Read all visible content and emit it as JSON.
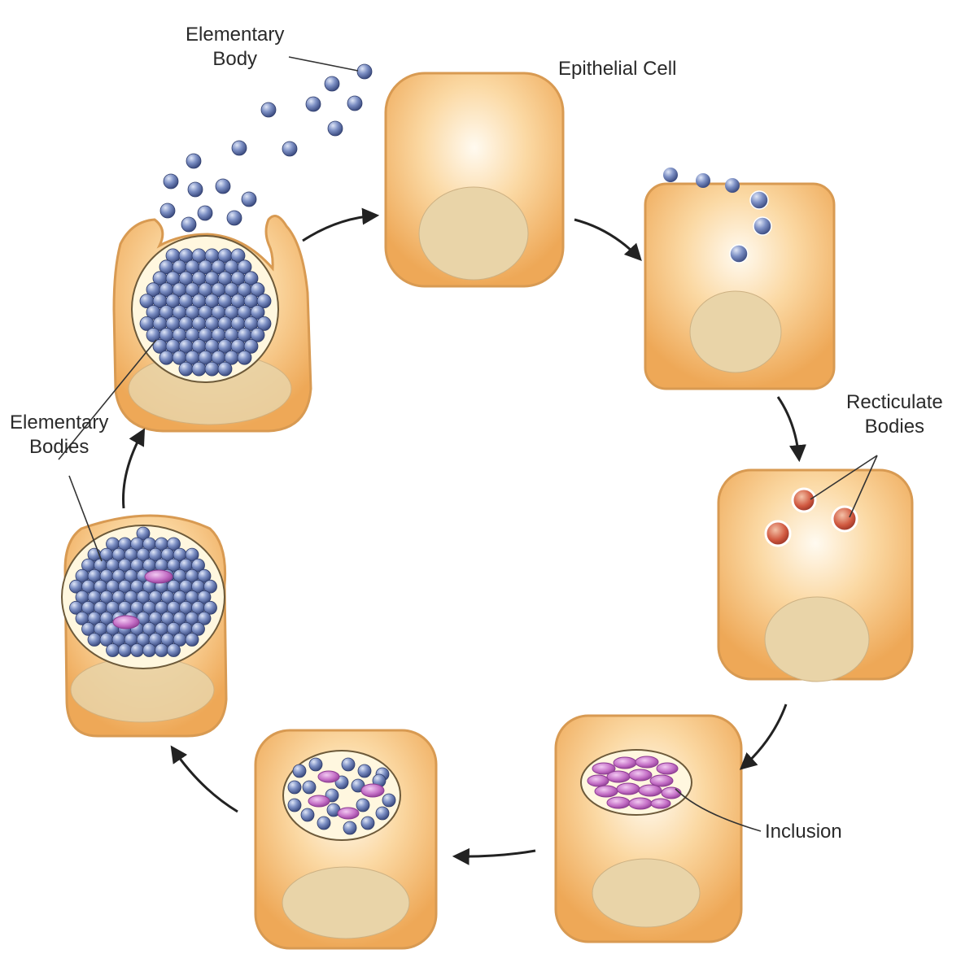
{
  "diagram": {
    "labels": {
      "elementary_body": [
        "Elementary",
        "Body"
      ],
      "epithelial_cell": "Epithelial Cell",
      "recticulate_bodies": [
        "Recticulate",
        "Bodies"
      ],
      "inclusion": "Inclusion",
      "elementary_bodies": [
        "Elementary",
        "Bodies"
      ]
    },
    "colors": {
      "cell_edge": "#e0a45a",
      "cell_fill": "#f3b76c",
      "cell_glow": "#fff6df",
      "nucleus": "#e8d3a6",
      "elementary_body": "#6f82b8",
      "reticulate_body": "#c8503c",
      "inclusion_body": "#c46fc6",
      "arrow": "#222222"
    }
  }
}
